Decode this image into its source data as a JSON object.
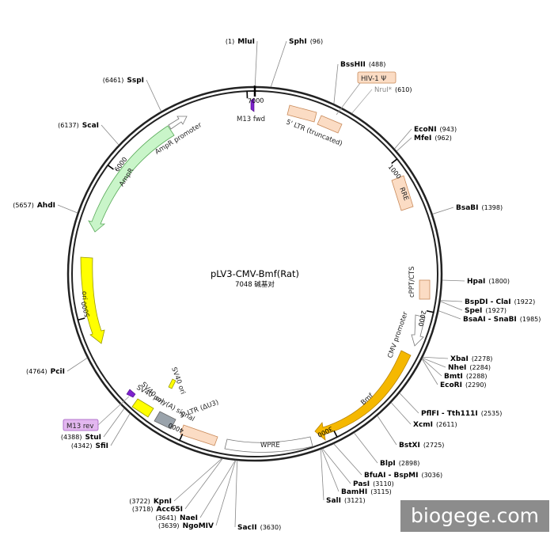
{
  "plasmid": {
    "name": "pLV3-CMV-Bmf(Rat)",
    "size_label": "7048 碱基对",
    "length": 7048
  },
  "ticks": [
    {
      "pos": 1000,
      "label": "1000"
    },
    {
      "pos": 2000,
      "label": "2000"
    },
    {
      "pos": 3000,
      "label": "3000"
    },
    {
      "pos": 4000,
      "label": "4000"
    },
    {
      "pos": 5000,
      "label": "5000"
    },
    {
      "pos": 6000,
      "label": "6000"
    },
    {
      "pos": 7000,
      "label": "7000"
    }
  ],
  "sites": [
    {
      "name": "MluI",
      "pos_label": "(1)"
    },
    {
      "name": "SphI",
      "pos_label": "(96)"
    },
    {
      "name": "BssHII",
      "pos_label": "(488)"
    },
    {
      "name": "NruI*",
      "pos_label": "(610)"
    },
    {
      "name": "EcoNI",
      "pos_label": "(943)"
    },
    {
      "name": "MfeI",
      "pos_label": "(962)"
    },
    {
      "name": "BsaBI",
      "pos_label": "(1398)"
    },
    {
      "name": "HpaI",
      "pos_label": "(1800)"
    },
    {
      "name": "BspDI - ClaI",
      "pos_label": "(1922)"
    },
    {
      "name": "SpeI",
      "pos_label": "(1927)"
    },
    {
      "name": "BsaAI - SnaBI",
      "pos_label": "(1985)"
    },
    {
      "name": "XbaI",
      "pos_label": "(2278)"
    },
    {
      "name": "NheI",
      "pos_label": "(2284)"
    },
    {
      "name": "BmtI",
      "pos_label": "(2288)"
    },
    {
      "name": "EcoRI",
      "pos_label": "(2290)"
    },
    {
      "name": "PflFI - Tth111I",
      "pos_label": "(2535)"
    },
    {
      "name": "XcmI",
      "pos_label": "(2611)"
    },
    {
      "name": "BstXI",
      "pos_label": "(2725)"
    },
    {
      "name": "BlpI",
      "pos_label": "(2898)"
    },
    {
      "name": "BfuAI - BspMI",
      "pos_label": "(3036)"
    },
    {
      "name": "PasI",
      "pos_label": "(3110)"
    },
    {
      "name": "BamHI",
      "pos_label": "(3115)"
    },
    {
      "name": "SalI",
      "pos_label": "(3121)"
    },
    {
      "name": "SacII",
      "pos_label": "(3630)"
    },
    {
      "name": "NgoMIV",
      "pos_label": "(3639)"
    },
    {
      "name": "NaeI",
      "pos_label": "(3641)"
    },
    {
      "name": "Acc65I",
      "pos_label": "(3718)"
    },
    {
      "name": "KpnI",
      "pos_label": "(3722)"
    },
    {
      "name": "SfiI",
      "pos_label": "(4342)"
    },
    {
      "name": "StuI",
      "pos_label": "(4388)"
    },
    {
      "name": "PciI",
      "pos_label": "(4764)"
    },
    {
      "name": "AhdI",
      "pos_label": "(5657)"
    },
    {
      "name": "ScaI",
      "pos_label": "(6137)"
    },
    {
      "name": "SspI",
      "pos_label": "(6461)"
    }
  ],
  "features": [
    {
      "label": "M13 fwd"
    },
    {
      "label": "5' LTR (truncated)"
    },
    {
      "label": "HIV-1 Ψ"
    },
    {
      "label": "RRE"
    },
    {
      "label": "cPPT/CTS"
    },
    {
      "label": "CMV promoter"
    },
    {
      "label": "Bmf"
    },
    {
      "label": "WPRE"
    },
    {
      "label": "3' LTR (ΔU3)"
    },
    {
      "label": "SV40 poly(A) signal"
    },
    {
      "label": "SV40 ori"
    },
    {
      "label": "SV40 ori"
    },
    {
      "label": "M13 rev"
    },
    {
      "label": "ori"
    },
    {
      "label": "AmpR"
    },
    {
      "label": "AmpR promoter"
    }
  ],
  "colors": {
    "backbone": "#222222",
    "ltr_fill": "#fbdcc4",
    "ltr_stroke": "#c98a5a",
    "rre_fill": "#fbdcc4",
    "cmv_fill": "#ffffff",
    "bmf_fill": "#f5b800",
    "wpre_fill": "#ffffff",
    "ori_fill": "#ffff00",
    "ampr_fill": "#c9f5c9",
    "ampr_stroke": "#5aaa5a",
    "primer_fill": "#7e22ce",
    "sv40pa_fill": "#9aa3ab",
    "label_box_fill": "#fbdcc4",
    "m13rev_box_fill": "#e3b7f0"
  },
  "watermark": {
    "text": "biogege.com"
  }
}
